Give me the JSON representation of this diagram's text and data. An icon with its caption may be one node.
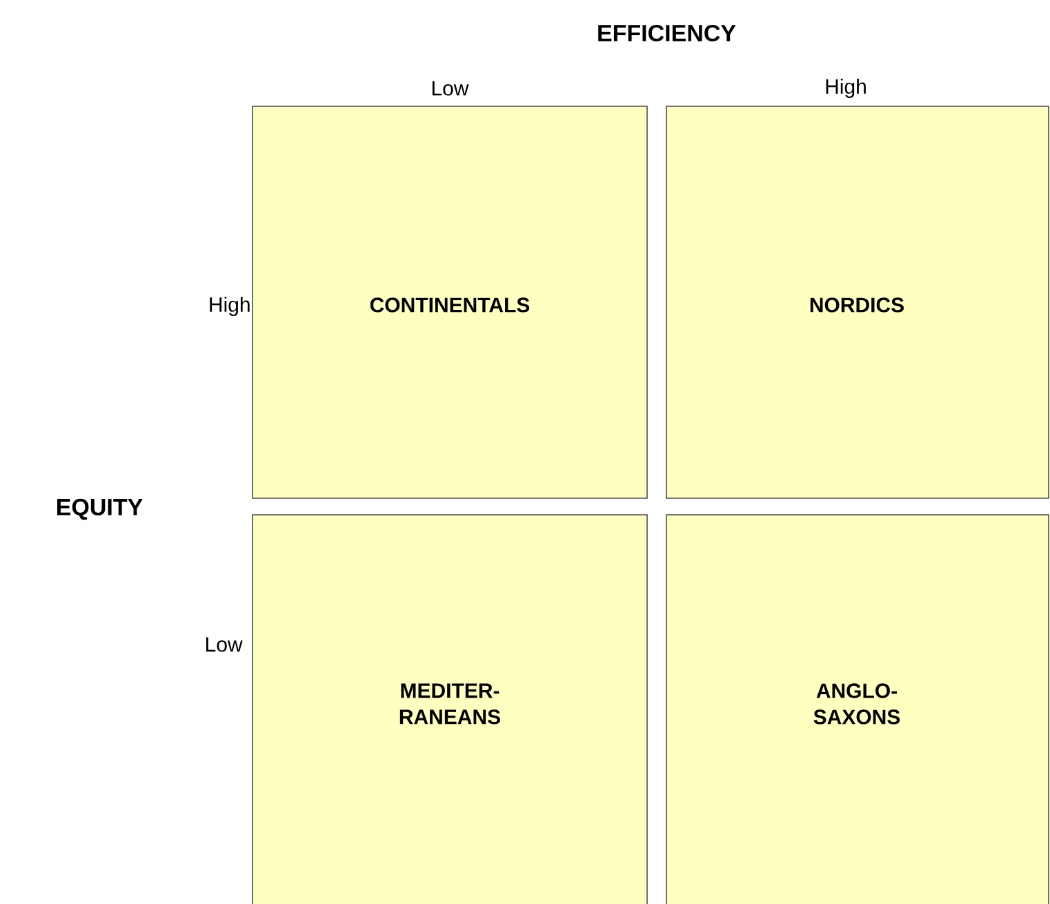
{
  "diagram": {
    "nodes": [
      {
        "text": [
          "CONTINENTALS"
        ]
      },
      {
        "text": [
          "NORDICS"
        ]
      },
      {
        "text": [
          "MEDITER- RANEANS"
        ]
      },
      {
        "text": [
          "ANGLO- SAXONS"
        ]
      }
    ],
    "labels": [
      "EFFICIENCY",
      "Low",
      "High",
      "High",
      "EQUITY",
      "Low"
    ]
  }
}
